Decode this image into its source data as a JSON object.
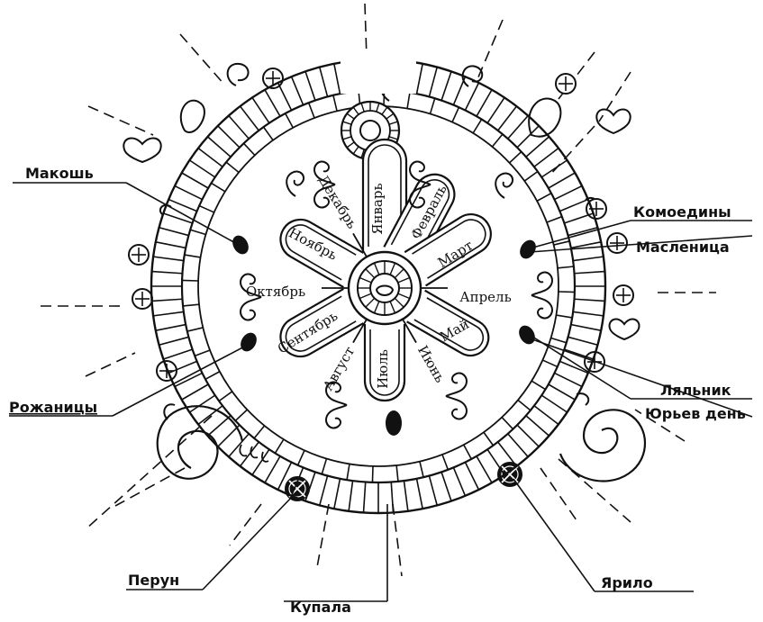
{
  "colors": {
    "ink": "#111111",
    "paper": "#ffffff"
  },
  "months": [
    "Январь",
    "Февраль",
    "Март",
    "Апрель",
    "Май",
    "Июнь",
    "Июль",
    "Август",
    "Сентябрь",
    "Октябрь",
    "Ноябрь",
    "Декабрь"
  ],
  "holidays": {
    "makosh": "Макошь",
    "komoediny": "Комоедины",
    "maslenitsa": "Масленица",
    "rozhanitsy": "Рожаницы",
    "lyalnik": "Ляльник",
    "yuriev_den": "Юрьев день",
    "perun": "Перун",
    "kupala": "Купала",
    "yarilo": "Ярило"
  },
  "icons": [
    "sun-cross-icon",
    "sun-disc-icon",
    "heart-icon",
    "spiral-icon",
    "solstice-marker-icon"
  ]
}
